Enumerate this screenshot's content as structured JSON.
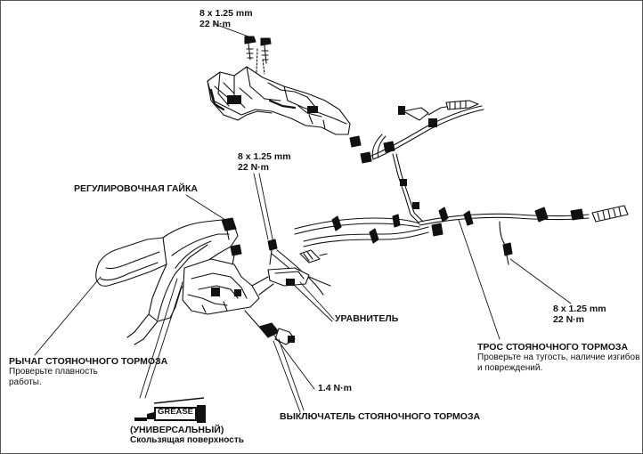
{
  "labels": {
    "torque_top": {
      "size": "8 x 1.25 mm",
      "torque": "22 N·m"
    },
    "torque_mid": {
      "size": "8 x 1.25 mm",
      "torque": "22 N·m"
    },
    "torque_right": {
      "size": "8 x 1.25 mm",
      "torque": "22 N·m"
    },
    "adjusting_nut": "РЕГУЛИРОВОЧНАЯ ГАЙКА",
    "equalizer": "УРАВНИТЕЛЬ",
    "lever": {
      "title": "РЫЧАГ СТОЯНОЧНОГО ТОРМОЗА",
      "note_line1": "Проверьте плавность",
      "note_line2": "работы."
    },
    "cable": {
      "title": "ТРОС СТОЯНОЧНОГО ТОРМОЗА",
      "note_line1": "Проверьте на тугость, наличие изгибов",
      "note_line2": "и повреждений."
    },
    "switch_torque": "1.4 N·m",
    "switch": "ВЫКЛЮЧАТЕЛЬ СТОЯНОЧНОГО ТОРМОЗА",
    "grease": {
      "icon_text": "GREASE",
      "type": "(УНИВЕРСАЛЬНЫЙ)",
      "note": "Скользящая поверхность"
    }
  },
  "icons": {
    "grease": "grease-gun-icon"
  }
}
